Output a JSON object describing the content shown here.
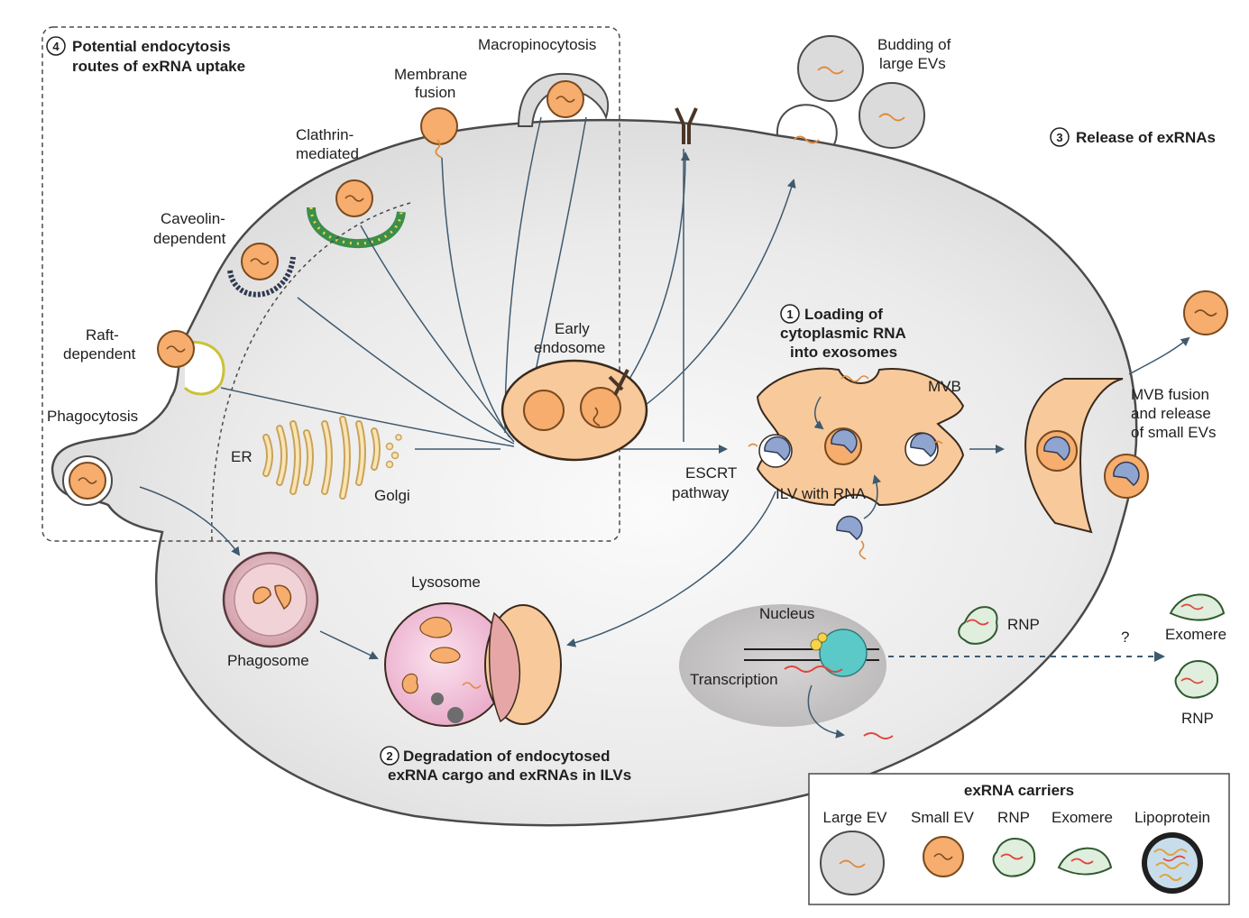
{
  "sections": {
    "uptake": {
      "num": "4",
      "line1": "Potential endocytosis",
      "line2": "routes of exRNA uptake"
    },
    "loading": {
      "num": "1",
      "line1": "Loading of",
      "line2": "cytoplasmic RNA",
      "line3": "into exosomes"
    },
    "degradation": {
      "num": "2",
      "line1": "Degradation of endocytosed",
      "line2": "exRNA cargo and exRNAs in ILVs"
    },
    "release": {
      "num": "3",
      "line1": "Release of exRNAs"
    }
  },
  "labels": {
    "macropinocytosis": "Macropinocytosis",
    "membrane_fusion_1": "Membrane",
    "membrane_fusion_2": "fusion",
    "clathrin_1": "Clathrin-",
    "clathrin_2": "mediated",
    "caveolin_1": "Caveolin-",
    "caveolin_2": "dependent",
    "raft_1": "Raft-",
    "raft_2": "dependent",
    "phagocytosis": "Phagocytosis",
    "budding_1": "Budding of",
    "budding_2": "large EVs",
    "early_endosome_1": "Early",
    "early_endosome_2": "endosome",
    "er": "ER",
    "golgi": "Golgi",
    "escrt_1": "ESCRT",
    "escrt_2": "pathway",
    "mvb": "MVB",
    "ilv_with_rna": "ILV with RNA",
    "mvb_fusion_1": "MVB fusion",
    "mvb_fusion_2": "and release",
    "mvb_fusion_3": "of small EVs",
    "phagosome": "Phagosome",
    "lysosome": "Lysosome",
    "nucleus": "Nucleus",
    "transcription": "Transcription",
    "rnp": "RNP",
    "question": "?",
    "exomere": "Exomere",
    "rnp_out": "RNP"
  },
  "legend": {
    "title": "exRNA carriers",
    "items": [
      "Large EV",
      "Small EV",
      "RNP",
      "Exomere",
      "Lipoprotein"
    ]
  },
  "colors": {
    "cell_fill": "#e3e2e2",
    "cell_stroke": "#4a4a4a",
    "vesicle_orange": "#f6ad6d",
    "vesicle_stroke": "#7a4a1e",
    "pathway_arrow": "#3e5a6e",
    "ilv_blue": "#8fa4cf",
    "rnp_green": "#dfeedd",
    "rna_red": "#e0443c",
    "lysosome_pink": "#f3c6dc",
    "nucleus_gray": "#c9c7c7"
  }
}
